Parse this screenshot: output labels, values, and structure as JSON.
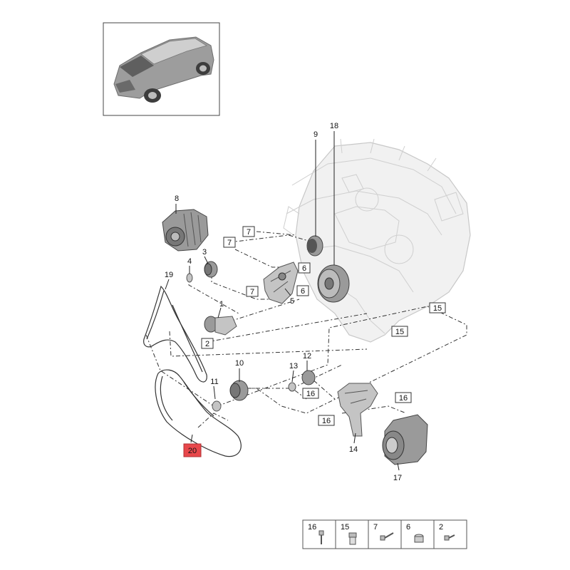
{
  "callouts": {
    "c1": "1",
    "c2": "2",
    "c3": "3",
    "c4": "4",
    "c5": "5",
    "c6": "6",
    "c7": "7",
    "c8": "8",
    "c9": "9",
    "c10": "10",
    "c11": "11",
    "c12": "12",
    "c13": "13",
    "c14": "14",
    "c15": "15",
    "c16": "16",
    "c17": "17",
    "c18": "18",
    "c19": "19",
    "c20": "20"
  },
  "highlight_color": "#e8474b",
  "legend": [
    {
      "num": "16",
      "icon": "long-bolt-icon"
    },
    {
      "num": "15",
      "icon": "sleeve-bolt-icon"
    },
    {
      "num": "7",
      "icon": "bolt-icon"
    },
    {
      "num": "6",
      "icon": "bushing-icon"
    },
    {
      "num": "2",
      "icon": "short-bolt-icon"
    }
  ]
}
